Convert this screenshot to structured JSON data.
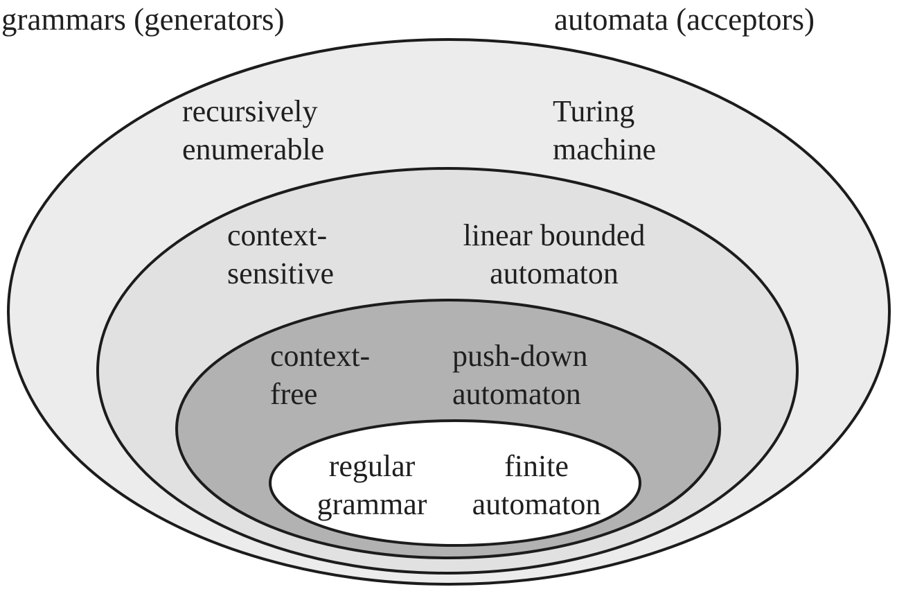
{
  "titles": {
    "left": "grammars (generators)",
    "right": "automata (acceptors)"
  },
  "colors": {
    "stroke": "#1c1c1c",
    "text": "#1f1f1f",
    "background": "#ffffff",
    "ring1_fill": "#ececec",
    "ring2_fill": "#e1e1e1",
    "ring3_fill": "#b2b2b2",
    "ring4_fill": "#ffffff"
  },
  "rings": [
    {
      "id": "recursively-enumerable",
      "fill": "#ececec",
      "grammar_line1": "recursively",
      "grammar_line2": "enumerable",
      "automaton_line1": "Turing",
      "automaton_line2": "machine"
    },
    {
      "id": "context-sensitive",
      "fill": "#e1e1e1",
      "grammar_line1": "context-",
      "grammar_line2": "sensitive",
      "automaton_line1": "linear bounded",
      "automaton_line2": "automaton"
    },
    {
      "id": "context-free",
      "fill": "#b2b2b2",
      "grammar_line1": "context-",
      "grammar_line2": "free",
      "automaton_line1": "push-down",
      "automaton_line2": "automaton"
    },
    {
      "id": "regular",
      "fill": "#ffffff",
      "grammar_line1": "regular",
      "grammar_line2": "grammar",
      "automaton_line1": "finite",
      "automaton_line2": "automaton"
    }
  ]
}
